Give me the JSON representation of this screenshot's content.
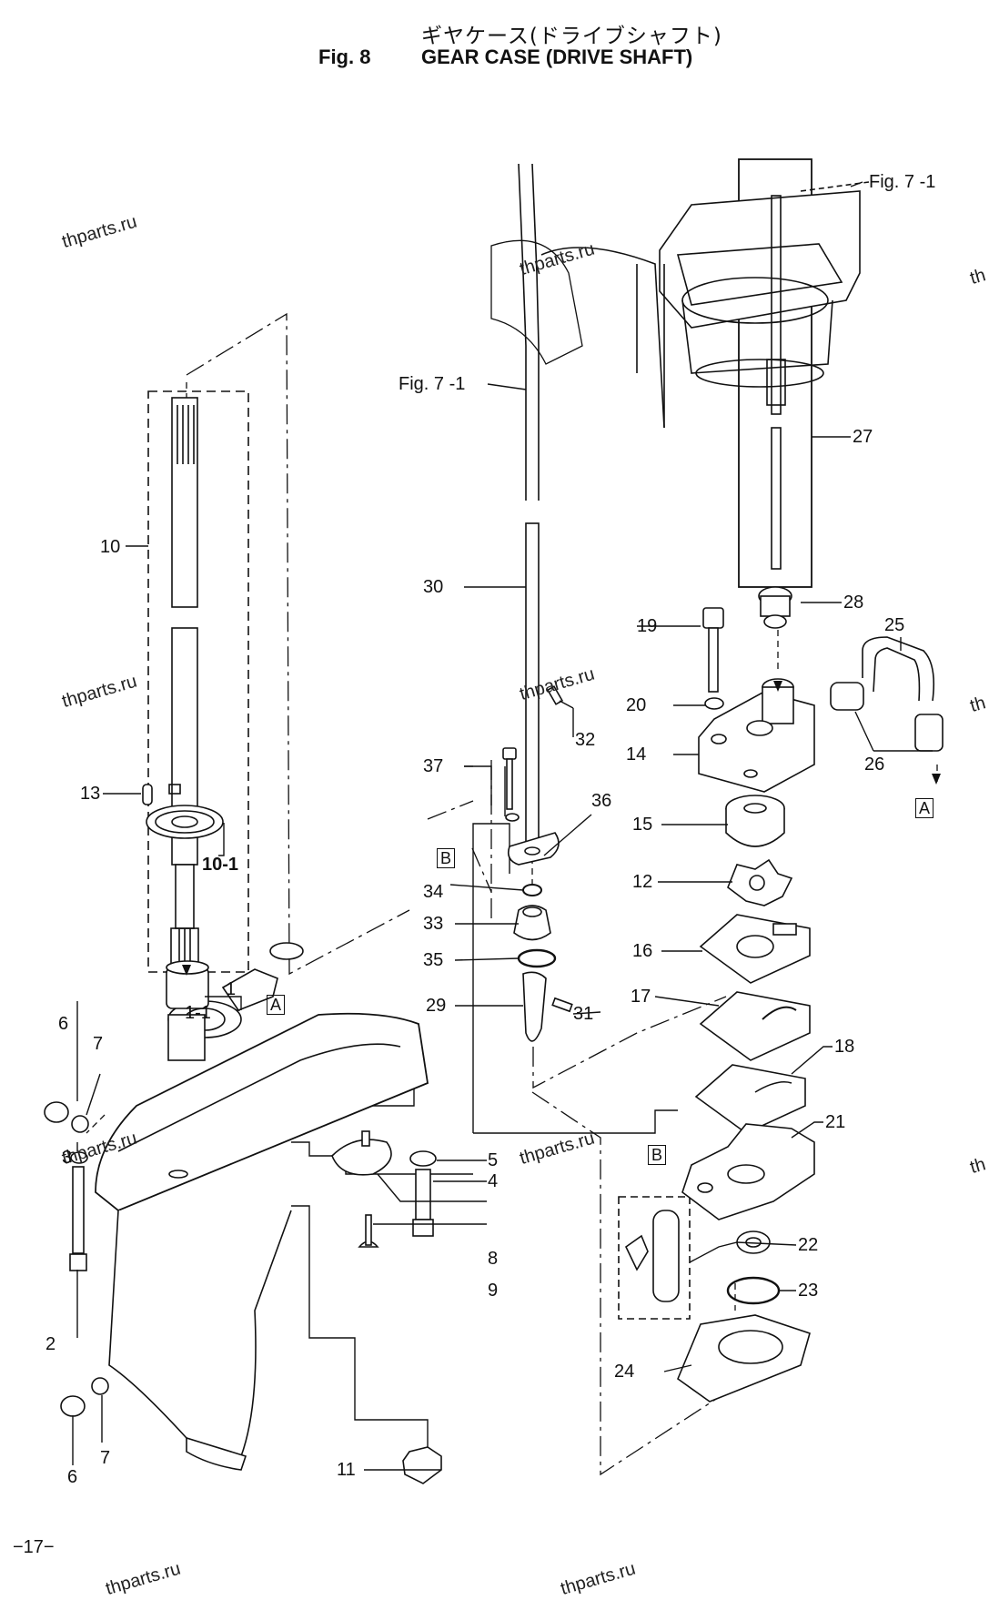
{
  "header": {
    "title_jp": "ギヤケース(ドライブシャフト)",
    "fig_number": "Fig. 8",
    "fig_title": "GEAR CASE (DRIVE SHAFT)"
  },
  "watermark": "thparts.ru",
  "watermark_partial": "th",
  "refs": {
    "fig71_top": "Fig. 7 -1",
    "fig71_mid": "Fig. 7 -1"
  },
  "callouts": {
    "c1": "1",
    "c1_1": "1-1",
    "c2": "2",
    "c3": "3",
    "c4": "4",
    "c5": "5",
    "c6a": "6",
    "c6b": "6",
    "c7a": "7",
    "c7b": "7",
    "c8": "8",
    "c9": "9",
    "c10": "10",
    "c10_1": "10-1",
    "c11": "11",
    "c12": "12",
    "c13": "13",
    "c14": "14",
    "c15": "15",
    "c16": "16",
    "c17": "17",
    "c18": "18",
    "c19": "19",
    "c20": "20",
    "c21": "21",
    "c22": "22",
    "c23": "23",
    "c24": "24",
    "c25": "25",
    "c26": "26",
    "c27": "27",
    "c28": "28",
    "c29": "29",
    "c30": "30",
    "c31": "31",
    "c32": "32",
    "c33": "33",
    "c34": "34",
    "c35": "35",
    "c36": "36",
    "c37": "37"
  },
  "markers": {
    "a_left": "A",
    "a_right": "A",
    "b_upper": "B",
    "b_lower": "B"
  },
  "page_number": "−17−"
}
